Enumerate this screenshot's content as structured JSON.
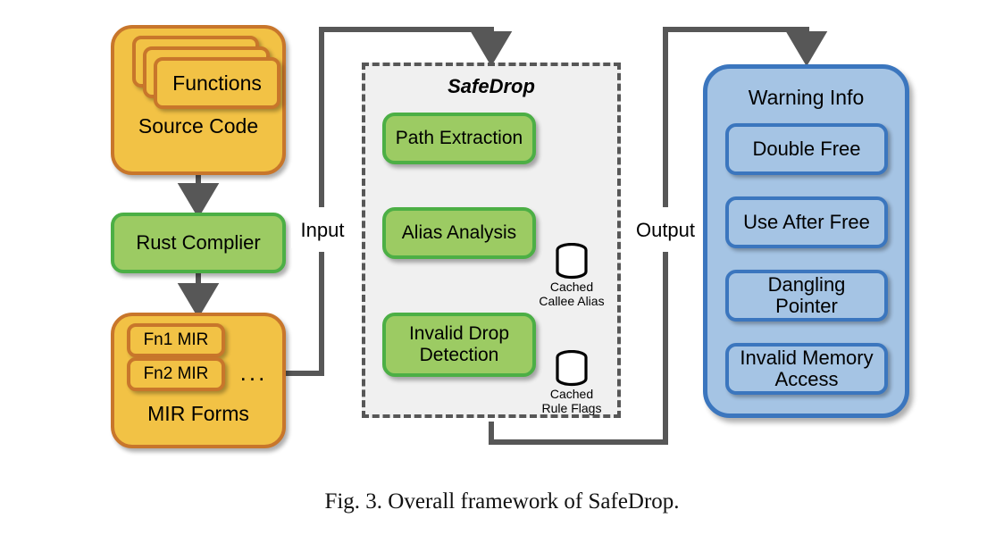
{
  "figure": {
    "caption": "Fig. 3.  Overall framework of SafeDrop.",
    "colors": {
      "orange_fill": "#F2C245",
      "orange_border": "#C8762B",
      "green_fill": "#9CCB63",
      "green_border": "#4CAF45",
      "blue_fill": "#A5C4E4",
      "blue_border": "#3B76BE",
      "panel_fill": "#F0F0F0",
      "panel_border": "#575757",
      "arrow": "#575757"
    }
  },
  "left_column": {
    "source_code": {
      "title": "Source Code",
      "card": "Functions"
    },
    "compiler": {
      "label": "Rust Complier"
    },
    "mir_forms": {
      "title": "MIR Forms",
      "items": [
        "Fn1 MIR",
        "Fn2 MIR"
      ],
      "ellipsis": "..."
    }
  },
  "safedrop": {
    "title": "SafeDrop",
    "steps": [
      {
        "label": "Path Extraction"
      },
      {
        "label": "Alias Analysis"
      },
      {
        "label": "Invalid Drop Detection"
      }
    ],
    "caches": [
      {
        "label_line1": "Cached",
        "label_line2": "Callee Alias",
        "icon": "database-cylinder-icon"
      },
      {
        "label_line1": "Cached",
        "label_line2": "Rule Flags",
        "icon": "database-cylinder-icon"
      }
    ]
  },
  "warning_info": {
    "title": "Warning Info",
    "items": [
      "Double Free",
      "Use After Free",
      "Dangling Pointer",
      "Invalid Memory Access"
    ]
  },
  "connectors": {
    "input_label": "Input",
    "output_label": "Output"
  }
}
